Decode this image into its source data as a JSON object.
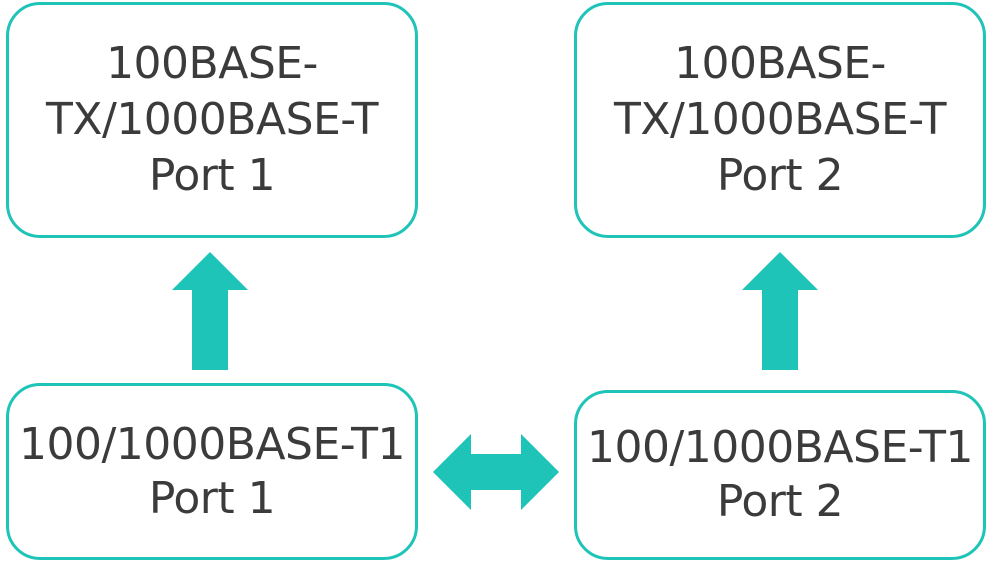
{
  "colors": {
    "accent": "#1fc4b8",
    "text": "#3b3b3b",
    "background": "#ffffff"
  },
  "boxes": {
    "top_left": {
      "lines": [
        "100BASE-",
        "TX/1000BASE-T",
        "Port 1"
      ]
    },
    "top_right": {
      "lines": [
        "100BASE-",
        "TX/1000BASE-T",
        "Port 2"
      ]
    },
    "bottom_left": {
      "lines": [
        "100/1000BASE-T1",
        "Port 1"
      ]
    },
    "bottom_right": {
      "lines": [
        "100/1000BASE-T1",
        "Port 2"
      ]
    }
  },
  "arrows": {
    "left_up": "arrow-up-icon",
    "right_up": "arrow-up-icon",
    "horizontal": "arrow-left-right-icon"
  }
}
